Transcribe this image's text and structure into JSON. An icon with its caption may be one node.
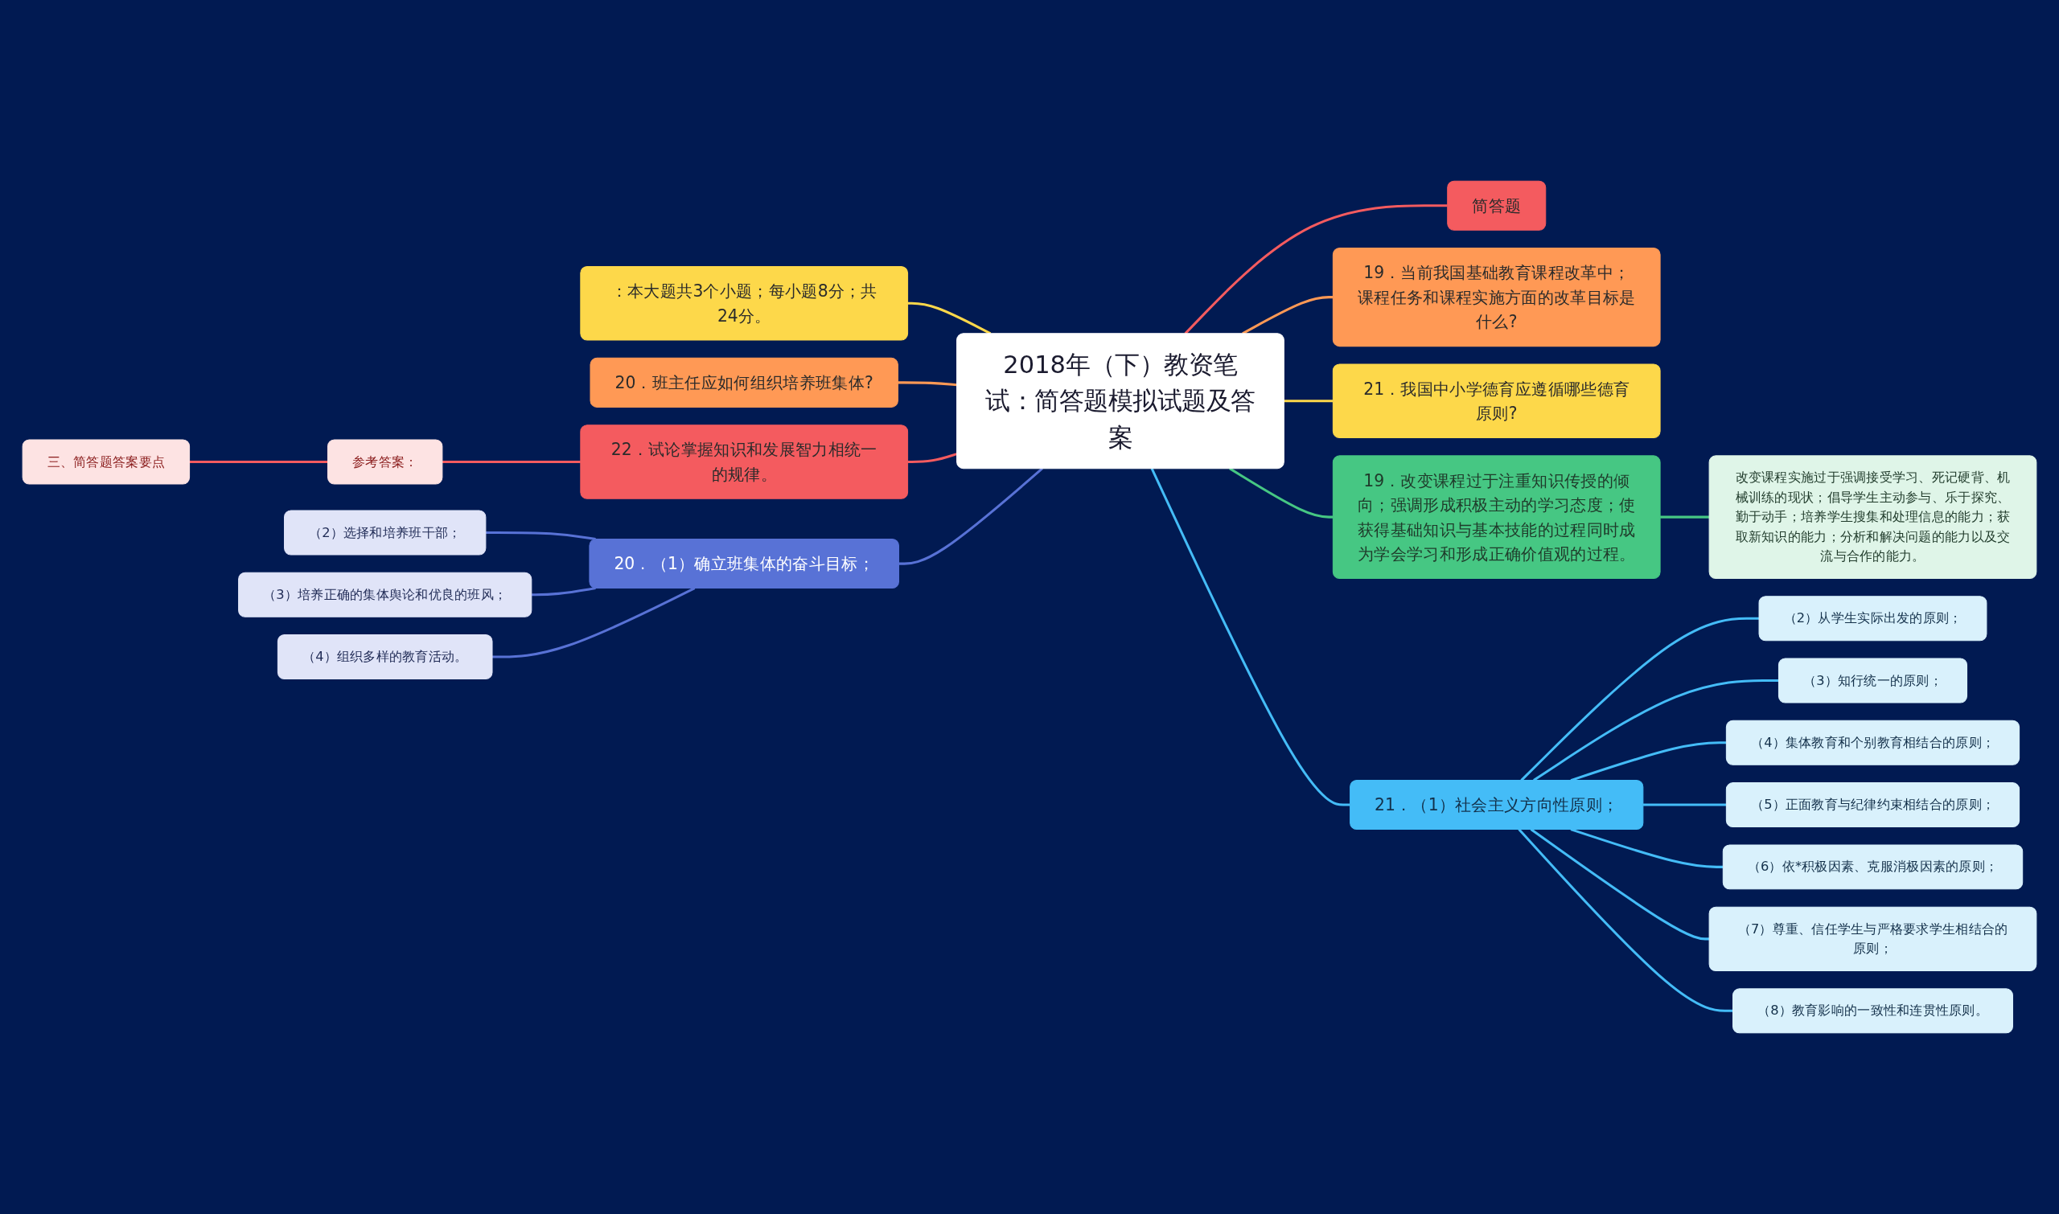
{
  "diagram": {
    "nodes": [
      {
        "text": [
          "2018年（下）教资笔试：简答题模拟试题及答案"
        ]
      },
      {
        "text": [
          "：本大题共3个小题；每小题8分；共24分。"
        ]
      },
      {
        "text": [
          "20．班主任应如何组织培养班集体?"
        ]
      },
      {
        "text": [
          "22．试论掌握知识和发展智力相统一的规律。"
        ]
      },
      {
        "text": [
          "参考答案："
        ]
      },
      {
        "text": [
          "三、简答题答案要点"
        ]
      },
      {
        "text": [
          "20．（1）确立班集体的奋斗目标；"
        ]
      },
      {
        "text": [
          "（2）选择和培养班干部；"
        ]
      },
      {
        "text": [
          "（3）培养正确的集体舆论和优良的班风；"
        ]
      },
      {
        "text": [
          "（4）组织多样的教育活动。"
        ]
      },
      {
        "text": [
          "简答题"
        ]
      },
      {
        "text": [
          "19．当前我国基础教育课程改革中；课程任务和课程实施方面的改革目标是什么?"
        ]
      },
      {
        "text": [
          "21．我国中小学德育应遵循哪些德育原则?"
        ]
      },
      {
        "text": [
          "19．改变课程过于注重知识传授的倾向；强调形成积极主动的学习态度；使获得基础知识与基本技能的过程同时成为学会学习和形成正确价值观的过程。"
        ]
      },
      {
        "text": [
          "改变课程实施过于强调接受学习、死记硬背、机械训练的现状；倡导学生主动参与、乐于探究、勤于动手；培养学生搜集和处理信息的能力；获取新知识的能力；分析和解决问题的能力以及交流与合作的能力。"
        ]
      },
      {
        "text": [
          "21．（1）社会主义方向性原则；"
        ]
      },
      {
        "text": [
          "（2）从学生实际出发的原则；"
        ]
      },
      {
        "text": [
          "（3）知行统一的原则；"
        ]
      },
      {
        "text": [
          "（4）集体教育和个别教育相结合的原则；"
        ]
      },
      {
        "text": [
          "（5）正面教育与纪律约束相结合的原则；"
        ]
      },
      {
        "text": [
          "（6）依*积极因素、克服消极因素的原则；"
        ]
      },
      {
        "text": [
          "（7）尊重、信任学生与严格要求学生相结合的原则；"
        ]
      },
      {
        "text": [
          "（8）教育影响的一致性和连贯性原则。"
        ]
      }
    ],
    "edges": [
      {
        "from": 0,
        "to": 1,
        "arrow": "none",
        "color": "#fdd84a"
      },
      {
        "from": 0,
        "to": 2,
        "arrow": "none",
        "color": "#ff9955"
      },
      {
        "from": 0,
        "to": 3,
        "arrow": "none",
        "color": "#f45b5f"
      },
      {
        "from": 3,
        "to": 4,
        "arrow": "none",
        "color": "#f45b5f"
      },
      {
        "from": 4,
        "to": 5,
        "arrow": "none",
        "color": "#f45b5f"
      },
      {
        "from": 0,
        "to": 6,
        "arrow": "none",
        "color": "#5872d6"
      },
      {
        "from": 6,
        "to": 7,
        "arrow": "none",
        "color": "#5872d6"
      },
      {
        "from": 6,
        "to": 8,
        "arrow": "none",
        "color": "#5872d6"
      },
      {
        "from": 6,
        "to": 9,
        "arrow": "none",
        "color": "#5872d6"
      },
      {
        "from": 0,
        "to": 10,
        "arrow": "none",
        "color": "#f45b5f"
      },
      {
        "from": 0,
        "to": 11,
        "arrow": "none",
        "color": "#ff9955"
      },
      {
        "from": 0,
        "to": 12,
        "arrow": "none",
        "color": "#fdd84a"
      },
      {
        "from": 0,
        "to": 13,
        "arrow": "none",
        "color": "#46c783"
      },
      {
        "from": 13,
        "to": 14,
        "arrow": "none",
        "color": "#46c783"
      },
      {
        "from": 0,
        "to": 15,
        "arrow": "none"
      },
      {
        "from": 15,
        "to": 16,
        "arrow": "none"
      },
      {
        "from": 15,
        "to": 17,
        "arrow": "none"
      },
      {
        "from": 15,
        "to": 18,
        "arrow": "none"
      },
      {
        "from": 15,
        "to": 19,
        "arrow": "none"
      },
      {
        "from": 15,
        "to": 20,
        "arrow": "none"
      },
      {
        "from": 15,
        "to": 21,
        "arrow": "none"
      },
      {
        "from": 15,
        "to": 22,
        "arrow": "none"
      }
    ]
  }
}
